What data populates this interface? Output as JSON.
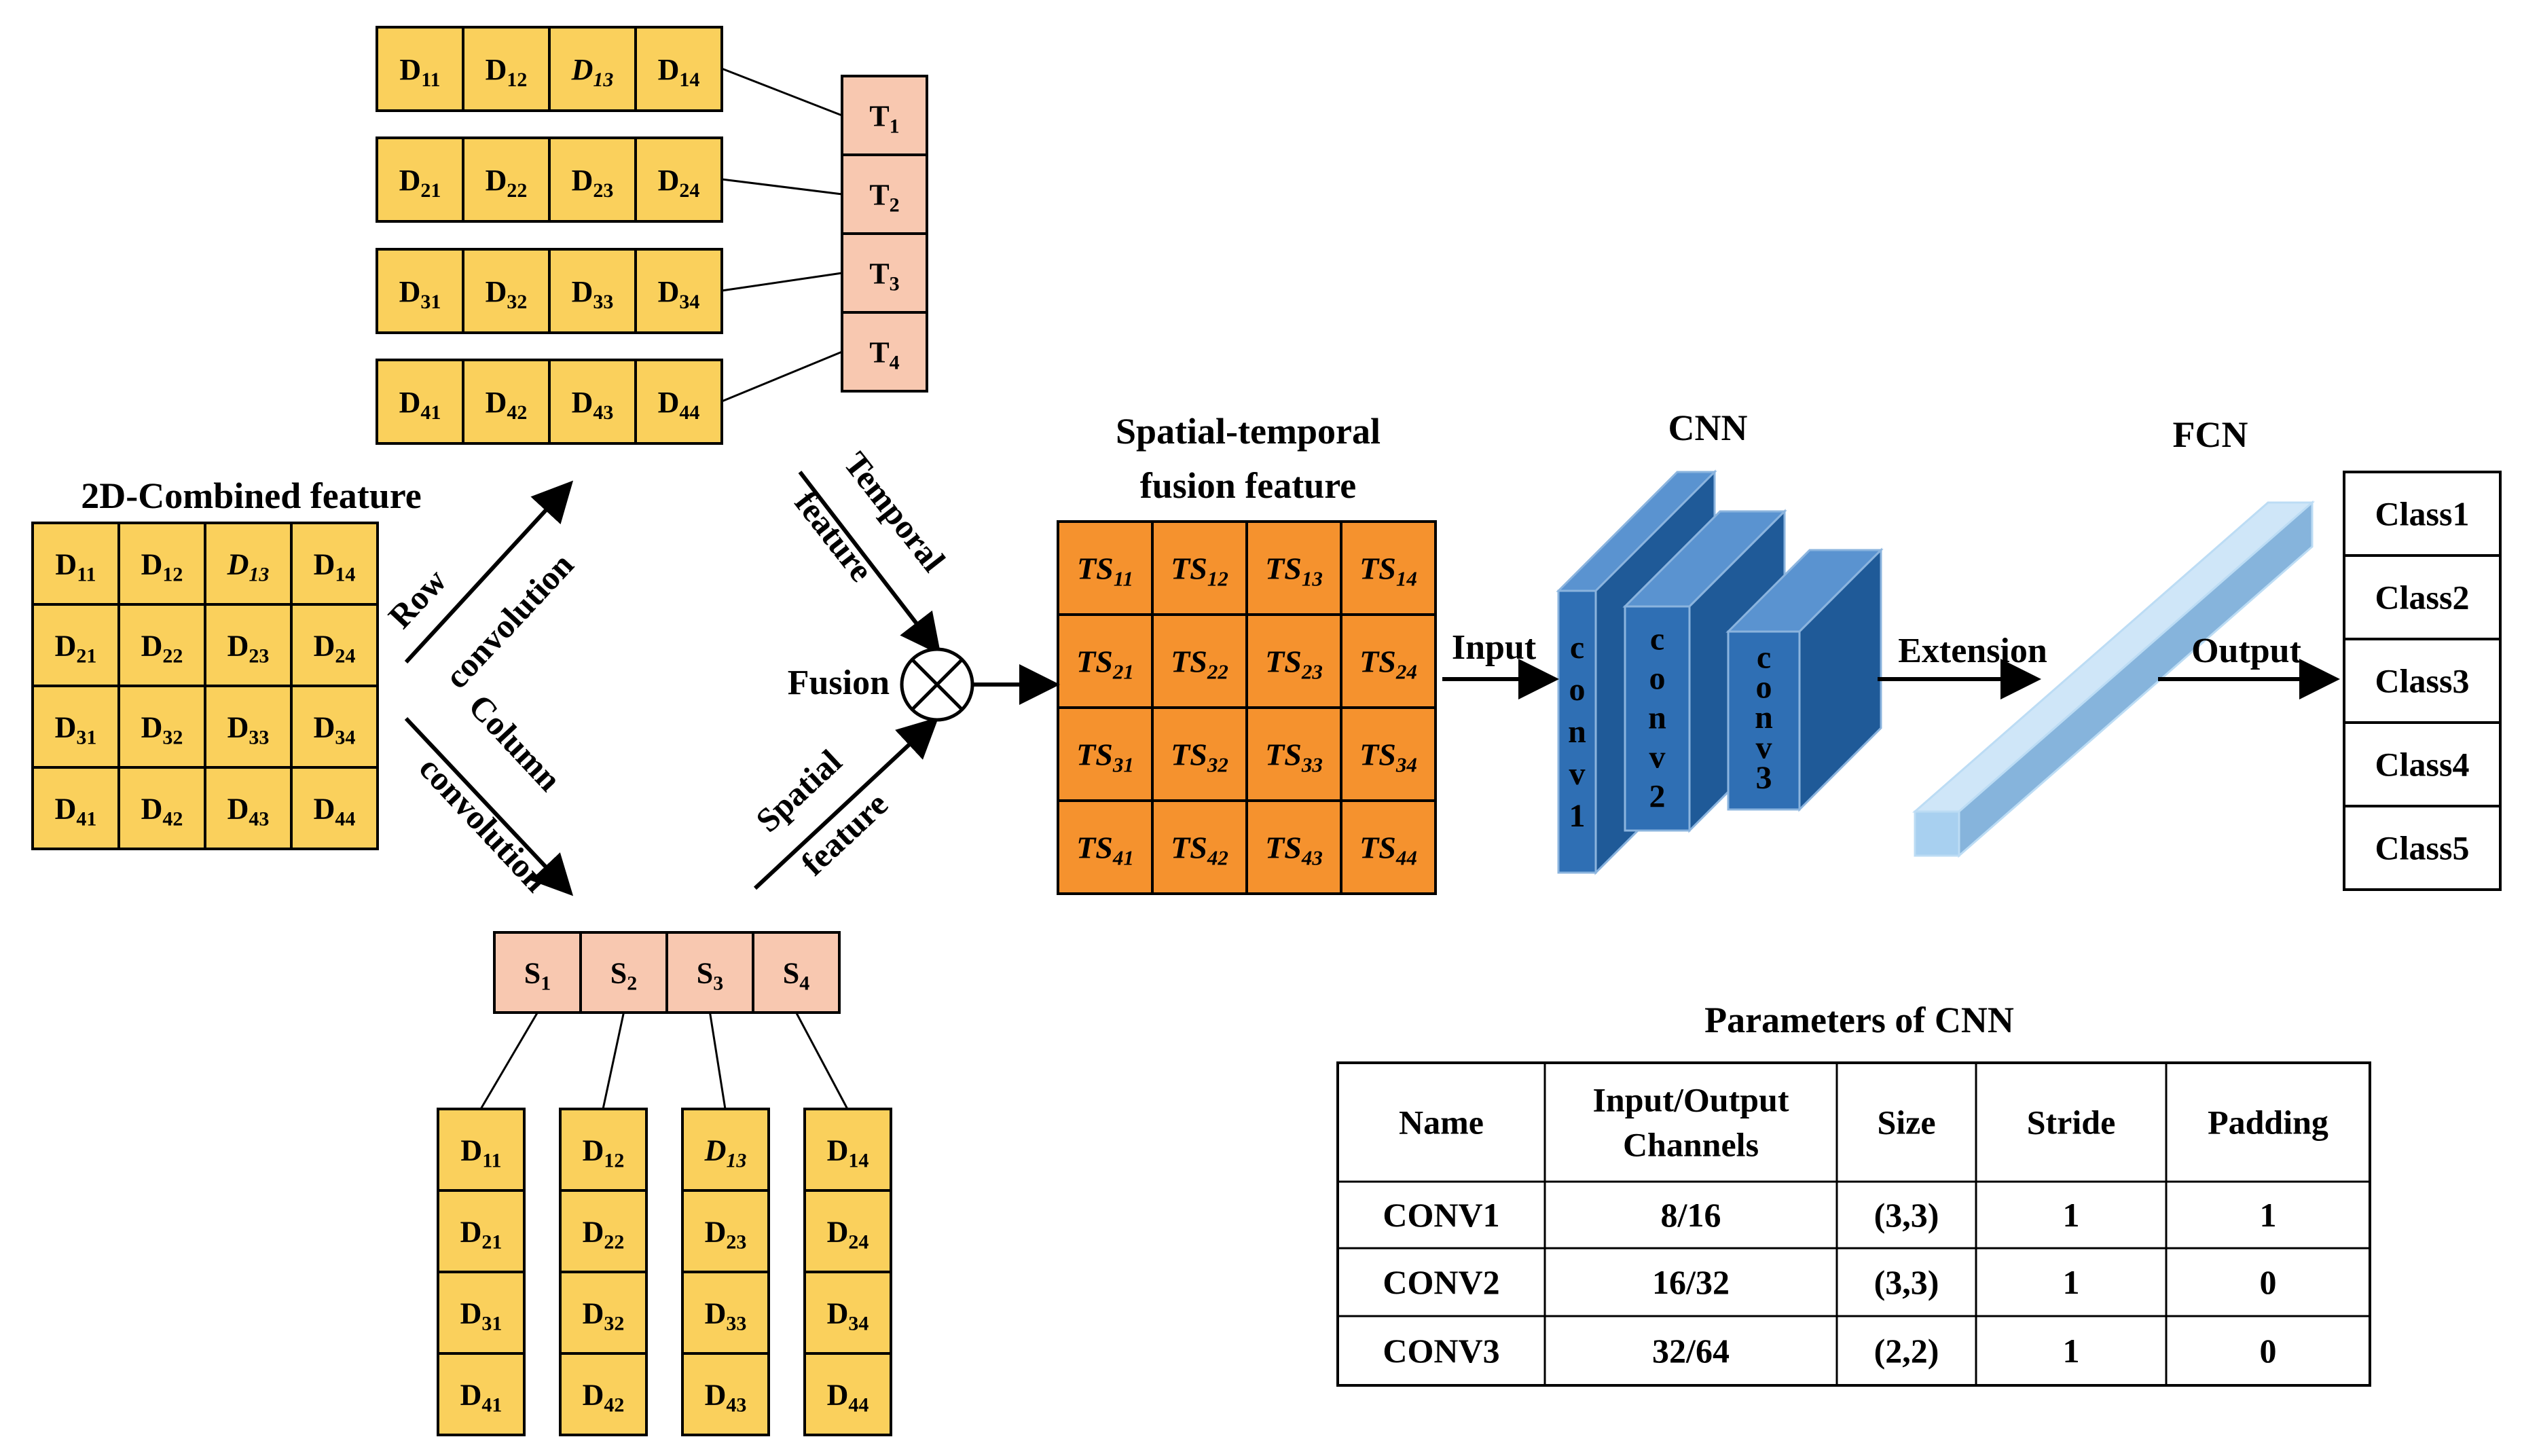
{
  "titles": {
    "combined": "2D-Combined feature",
    "fusion_feature_line1": "Spatial-temporal",
    "fusion_feature_line2": "fusion feature",
    "cnn": "CNN",
    "fcn": "FCN",
    "params_title": "Parameters of CNN"
  },
  "labels": {
    "row_conv_1": "Row",
    "row_conv_2": "convolution",
    "col_conv_1": "Column",
    "col_conv_2": "convolution",
    "temporal_1": "Temporal",
    "temporal_2": "feature",
    "spatial_1": "Spatial",
    "spatial_2": "feature",
    "fusion": "Fusion",
    "input": "Input",
    "extension": "Extension",
    "output": "Output"
  },
  "conv_layers": [
    {
      "chars": [
        "c",
        "o",
        "n",
        "v",
        "1"
      ]
    },
    {
      "chars": [
        "c",
        "o",
        "n",
        "v",
        "2"
      ]
    },
    {
      "chars": [
        "c",
        "o",
        "n",
        "v",
        "3"
      ]
    }
  ],
  "t_cells": [
    {
      "base": "T",
      "sub": "1"
    },
    {
      "base": "T",
      "sub": "2"
    },
    {
      "base": "T",
      "sub": "3"
    },
    {
      "base": "T",
      "sub": "4"
    }
  ],
  "s_cells": [
    {
      "base": "S",
      "sub": "1"
    },
    {
      "base": "S",
      "sub": "2"
    },
    {
      "base": "S",
      "sub": "3"
    },
    {
      "base": "S",
      "sub": "4"
    }
  ],
  "d_matrix": [
    [
      {
        "base": "D",
        "sub": "11"
      },
      {
        "base": "D",
        "sub": "12"
      },
      {
        "base": "D",
        "sub": "13",
        "italic": true
      },
      {
        "base": "D",
        "sub": "14"
      }
    ],
    [
      {
        "base": "D",
        "sub": "21"
      },
      {
        "base": "D",
        "sub": "22"
      },
      {
        "base": "D",
        "sub": "23"
      },
      {
        "base": "D",
        "sub": "24"
      }
    ],
    [
      {
        "base": "D",
        "sub": "31"
      },
      {
        "base": "D",
        "sub": "32"
      },
      {
        "base": "D",
        "sub": "33"
      },
      {
        "base": "D",
        "sub": "34"
      }
    ],
    [
      {
        "base": "D",
        "sub": "41"
      },
      {
        "base": "D",
        "sub": "42"
      },
      {
        "base": "D",
        "sub": "43"
      },
      {
        "base": "D",
        "sub": "44"
      }
    ]
  ],
  "ts_matrix": [
    [
      {
        "base": "TS",
        "sub": "11"
      },
      {
        "base": "TS",
        "sub": "12"
      },
      {
        "base": "TS",
        "sub": "13"
      },
      {
        "base": "TS",
        "sub": "14"
      }
    ],
    [
      {
        "base": "TS",
        "sub": "21"
      },
      {
        "base": "TS",
        "sub": "22"
      },
      {
        "base": "TS",
        "sub": "23"
      },
      {
        "base": "TS",
        "sub": "24"
      }
    ],
    [
      {
        "base": "TS",
        "sub": "31"
      },
      {
        "base": "TS",
        "sub": "32"
      },
      {
        "base": "TS",
        "sub": "33"
      },
      {
        "base": "TS",
        "sub": "34"
      }
    ],
    [
      {
        "base": "TS",
        "sub": "41"
      },
      {
        "base": "TS",
        "sub": "42"
      },
      {
        "base": "TS",
        "sub": "43"
      },
      {
        "base": "TS",
        "sub": "44"
      }
    ]
  ],
  "classes": [
    "Class1",
    "Class2",
    "Class3",
    "Class4",
    "Class5"
  ],
  "params_table": {
    "headers": [
      [
        "Name"
      ],
      [
        "Input/Output",
        "Channels"
      ],
      [
        "Size"
      ],
      [
        "Stride"
      ],
      [
        "Padding"
      ]
    ],
    "rows": [
      [
        "CONV1",
        "8/16",
        "(3,3)",
        "1",
        "1"
      ],
      [
        "CONV2",
        "16/32",
        "(3,3)",
        "1",
        "0"
      ],
      [
        "CONV3",
        "32/64",
        "(2,2)",
        "1",
        "0"
      ]
    ]
  },
  "colors": {
    "d_cell": "#fad05c",
    "t_s_cell": "#f8c8b0",
    "ts_cell": "#f5922e",
    "conv_front": "#2f6fb4",
    "conv_top": "#5a93d0",
    "conv_side": "#1f5a98",
    "fcn_front": "#a8d0f0",
    "fcn_top": "#cfe6f8",
    "fcn_side": "#86b4dc"
  }
}
